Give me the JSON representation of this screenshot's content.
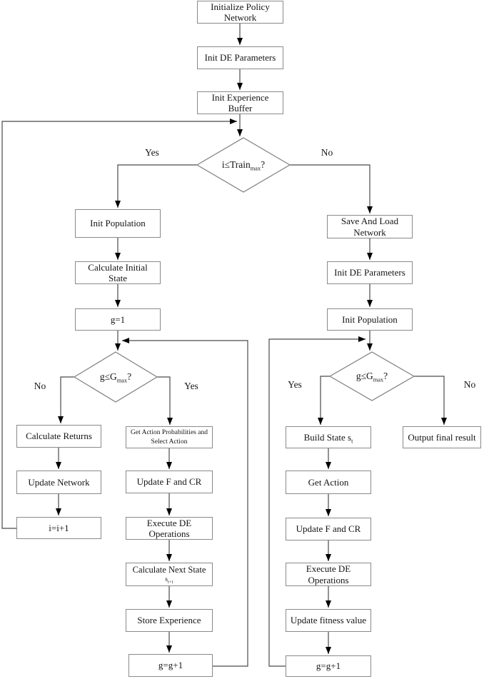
{
  "figure": {
    "type": "flowchart",
    "description": "DE + policy network training loop flowchart",
    "colors": {
      "background": "#ffffff",
      "connector_line": "#4a4a4a",
      "box_border": "#8a8a8a",
      "arrowhead": "#000000",
      "text": "#141414"
    }
  },
  "nodes": {
    "init_policy": {
      "label": "Initialize Policy Network"
    },
    "init_de_top": {
      "label": "Init DE Parameters"
    },
    "init_buffer": {
      "label": "Init Experience Buffer"
    },
    "init_pop_left": {
      "label": "Init Population"
    },
    "calc_initial_state": {
      "label": "Calculate Initial State"
    },
    "g_equals_1": {
      "label": "g=1"
    },
    "calc_returns": {
      "label": "Calculate Returns"
    },
    "update_network": {
      "label": "Update Network"
    },
    "i_increment": {
      "label": "i=i+1"
    },
    "get_action_prob": {
      "label": "Get Action Probabilities and Select Action"
    },
    "update_f_cr_left": {
      "label": "Update F and CR"
    },
    "execute_de_left": {
      "label": "Execute DE Operations"
    },
    "calc_next_state": {
      "line1": "Calculate Next State",
      "base": "s",
      "sub": "t+1"
    },
    "store_experience": {
      "label": "Store Experience"
    },
    "g_increment_left": {
      "label": "g=g+1"
    },
    "save_load_network": {
      "label": "Save And Load Network"
    },
    "init_de_right": {
      "label": "Init DE Parameters"
    },
    "init_pop_right": {
      "label": "Init Population"
    },
    "build_state": {
      "base": "Build State s",
      "sub": "t"
    },
    "get_action": {
      "label": "Get Action"
    },
    "update_f_cr_right": {
      "label": "Update F and CR"
    },
    "execute_de_right": {
      "label": "Execute DE Operations"
    },
    "update_fitness": {
      "label": "Update fitness value"
    },
    "g_increment_right": {
      "label": "g=g+1"
    },
    "output_result": {
      "label": "Output final result"
    }
  },
  "decisions": {
    "train_check": {
      "text": "i≤Train",
      "sub": "max",
      "suffix": "?",
      "left_label": "Yes",
      "right_label": "No"
    },
    "gmax_left": {
      "text": "g≤G",
      "sub": "max",
      "suffix": "?",
      "left_label": "No",
      "right_label": "Yes"
    },
    "gmax_right": {
      "text": "g≤G",
      "sub": "max",
      "suffix": "?",
      "left_label": "Yes",
      "right_label": "No"
    }
  }
}
